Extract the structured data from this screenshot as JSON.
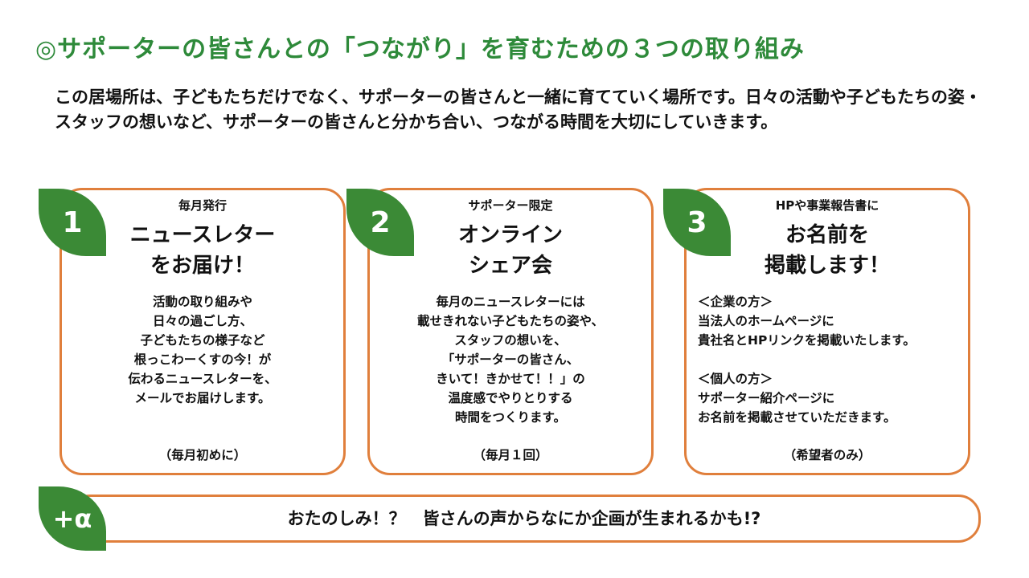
{
  "title": "◎サポーターの皆さんとの「つながり」を育むための３つの取り組み",
  "intro": "この居場所は、子どもたちだけでなく、サポーターの皆さんと一緒に育てていく場所です。日々の活動や子どもたちの姿・スタッフの想いなど、サポーターの皆さんと分かち合い、つながる時間を大切にしていきます。",
  "cards": [
    {
      "number": "1",
      "tag": "毎月発行",
      "head": [
        "ニュースレター",
        "をお届け！"
      ],
      "body": [
        "活動の取り組みや",
        "日々の過ごし方、",
        "子どもたちの様子など",
        "根っこわーくすの今！が",
        "伝わるニュースレターを、",
        "メールでお届けします。"
      ],
      "note": "（毎月初めに）"
    },
    {
      "number": "2",
      "tag": "サポーター限定",
      "head": [
        "オンライン",
        "シェア会"
      ],
      "body": [
        "毎月のニュースレターには",
        "載せきれない子どもたちの姿や、",
        "スタッフの想いを、",
        "「サポーターの皆さん、",
        "きいて！きかせて！！」の",
        "温度感でやりとりする",
        "時間をつくります。"
      ],
      "note": "（毎月１回）"
    },
    {
      "number": "3",
      "tag": "HPや事業報告書に",
      "head": [
        "お名前を",
        "掲載します！"
      ],
      "body": [
        "＜企業の方＞",
        "当法人のホームページに",
        "貴社名とHPリンクを掲載いたします。",
        "",
        "＜個人の方＞",
        "サポーター紹介ページに",
        "お名前を掲載させていただきます。"
      ],
      "note": "（希望者のみ）"
    }
  ],
  "extra": {
    "label": "+α",
    "text": "おたのしみ！？　皆さんの声からなにか企画が生まれるかも!?"
  },
  "colors": {
    "green": "#3b8a36",
    "orange": "#e07f3c",
    "title": "#2e8a3a"
  }
}
